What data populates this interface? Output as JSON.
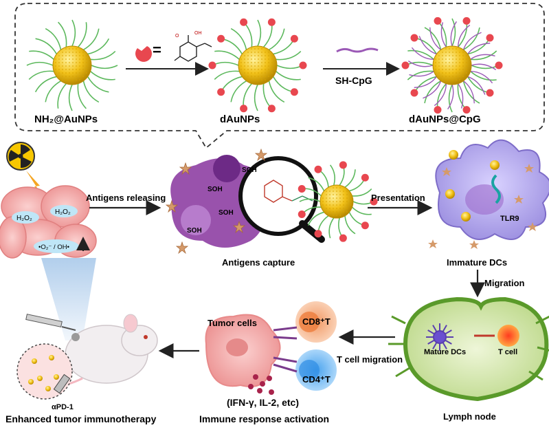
{
  "synthesis": {
    "np1_label": "NH₂@AuNPs",
    "np2_label": "dAuNPs",
    "np3_label": "dAuNPs@CpG",
    "reagent_label": "SH-CpG",
    "equals_sign": "="
  },
  "cells": {
    "h2o2_a": "H₂O₂",
    "h2o2_b": "H₂O₂",
    "ros": "•O₂⁻ / OH•"
  },
  "middle": {
    "antigens_releasing": "Antigens releasing",
    "antigens_capture": "Antigens capture",
    "soh_labels": [
      "SOH",
      "SOH",
      "SOH",
      "SOH"
    ],
    "presentation": "Presentation",
    "immature_dcs": "Immature DCs",
    "tlr9": "TLR9",
    "migration": "Migration"
  },
  "bottom": {
    "tumor_cells": "Tumor cells",
    "cd8": "CD8⁺T",
    "cd4": "CD4⁺T",
    "t_cell_migration": "T cell migration",
    "cytokines": "(IFN-γ, IL-2, etc)",
    "immune_activation": "Immune response activation",
    "mature_dcs": "Mature DCs",
    "t_cell": "T cell",
    "lymph_node": "Lymph node",
    "apd1": "αPD-1",
    "enhanced": "Enhanced tumor immunotherapy"
  },
  "colors": {
    "gold": "#f2c21a",
    "ligand": "#5cb85c",
    "red_tag": "#e8474f",
    "cpg": "#9b59b6",
    "tumor": "#f4a6a6",
    "dc": "#b4a9e8",
    "lymph": "#cfe3a5",
    "cd8": "#f6c29b",
    "cd4": "#8ec5f5",
    "arrow": "#222222"
  }
}
